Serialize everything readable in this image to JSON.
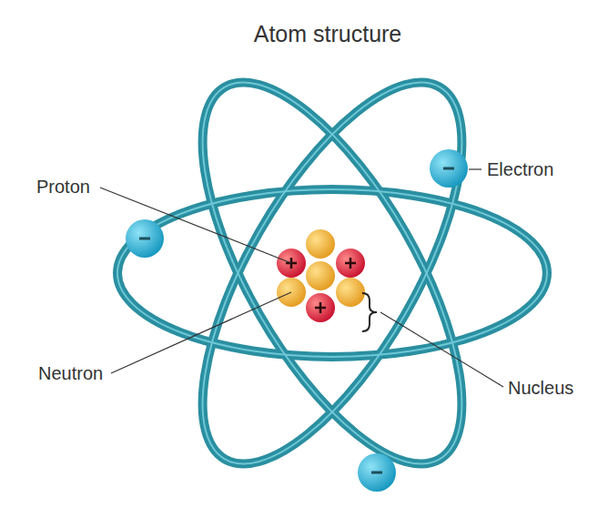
{
  "diagram": {
    "title": "Atom structure",
    "labels": [
      "Proton",
      "Electron",
      "Neutron",
      "Nucleus"
    ]
  }
}
